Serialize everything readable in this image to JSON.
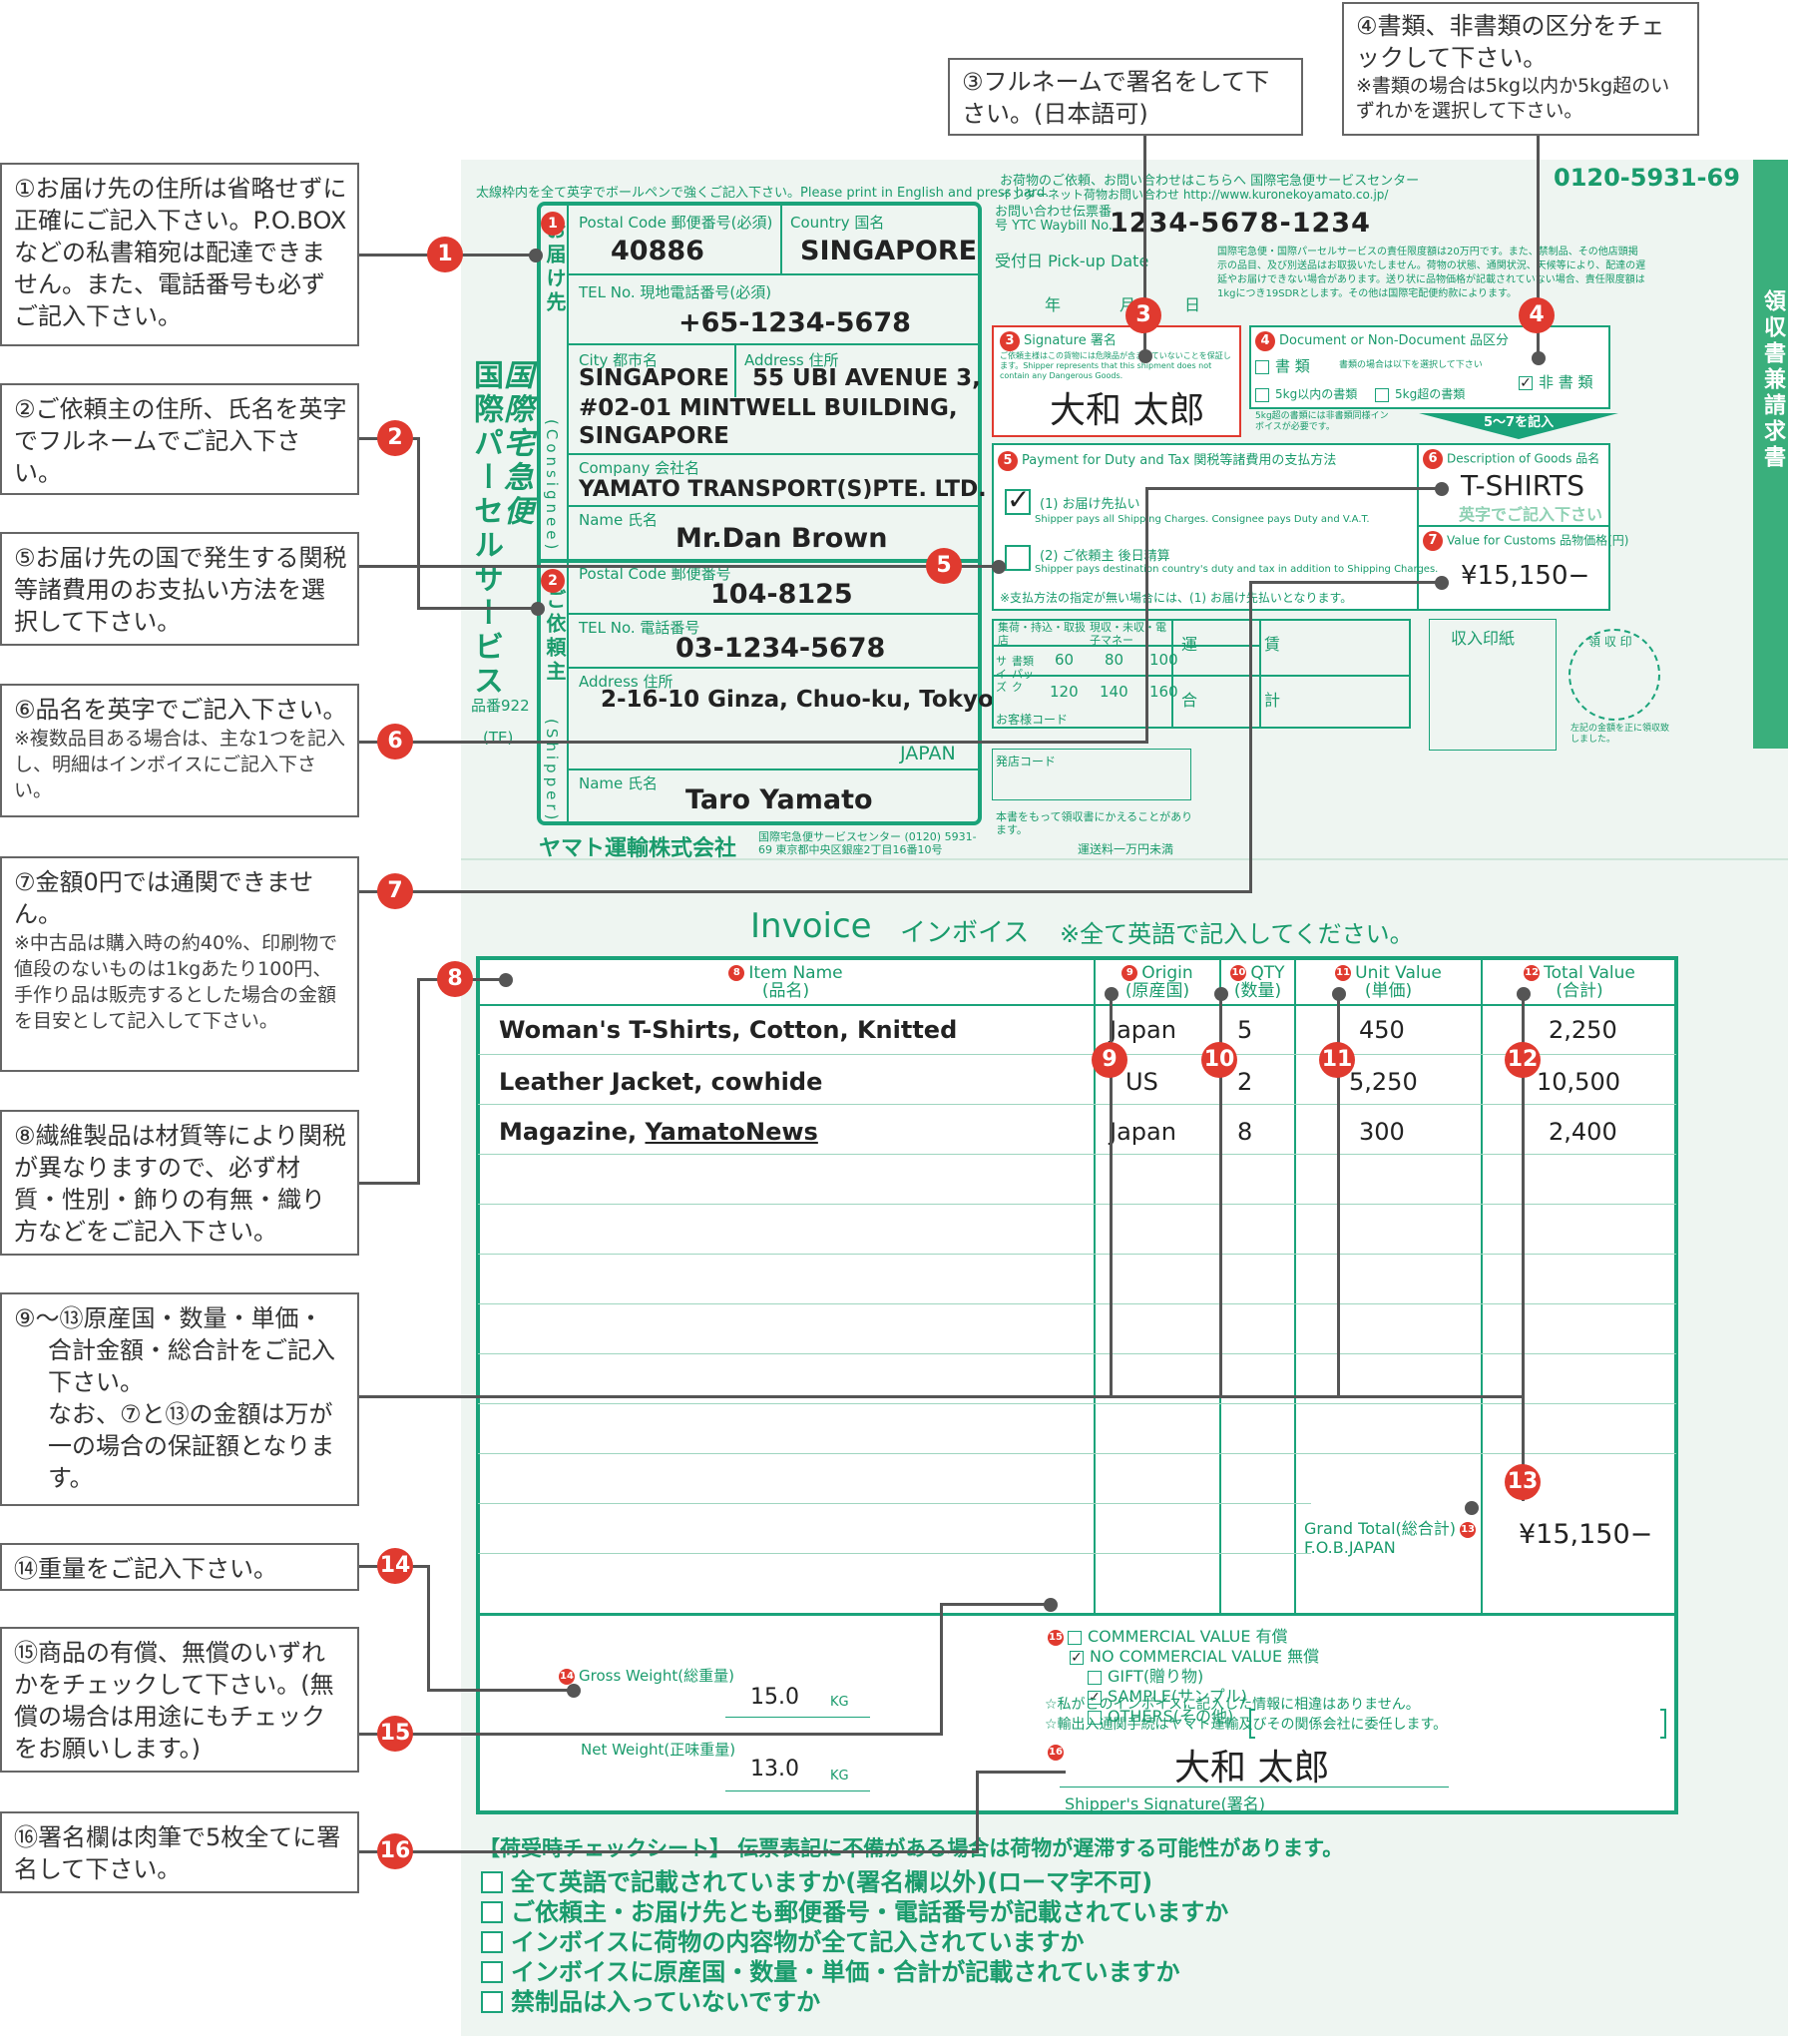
{
  "notes": {
    "n1": "①お届け先の住所は省略せずに正確にご記入下さい。P.O.BOXなどの私書箱宛は配達できません。また、電話番号も必ずご記入下さい。",
    "n2": "②ご依頼主の住所、氏名を英字でフルネームでご記入下さい。",
    "n5": "⑤お届け先の国で発生する関税等諸費用のお支払い方法を選択して下さい。",
    "n6": "⑥品名を英字でご記入下さい。",
    "n6_sub": "※複数品目ある場合は、主な1つを記入し、明細はインボイスにご記入下さい。",
    "n7": "⑦金額0円では通関できません。",
    "n7_sub": "※中古品は購入時の約40%、印刷物で値段のないものは1kgあたり100円、手作り品は販売するとした場合の金額を目安として記入して下さい。",
    "n8": "⑧繊維製品は材質等により関税が異なりますので、必ず材質・性別・飾りの有無・織り方などをご記入下さい。",
    "n9_13a": "⑨〜⑬原産国・数量・単価・",
    "n9_13b": "合計金額・総合計をご記入下さい。",
    "n9_13c": "なお、⑦と⑬の金額は万が一の場合の保証額となります。",
    "n14": "⑭重量をご記入下さい。",
    "n15": "⑮商品の有償、無償のいずれかをチェックして下さい。(無償の場合は用途にもチェックをお願いします。)",
    "n16": "⑯署名欄は肉筆で5枚全てに署名して下さい。",
    "n3": "③フルネームで署名をして下さい。(日本語可)",
    "n4": "④書類、非書類の区分をチェックして下さい。",
    "n4_sub": "※書類の場合は5kg以内か5kg超のいずれかを選択して下さい。"
  },
  "markers": [
    "1",
    "2",
    "3",
    "4",
    "5",
    "6",
    "7",
    "8",
    "9",
    "10",
    "11",
    "12",
    "13",
    "14",
    "15",
    "16"
  ],
  "form": {
    "top_instruction": "太線枠内を全て英字でボールペンで強くご記入下さい。Please print in English and press hard.",
    "inquiry": "お荷物のご依頼、お問い合わせはこちらへ 国際宅急便サービスセンター",
    "phone": "0120-5931-69",
    "inquiry2": "インターネット荷物お問い合わせ http://www.kuronekoyamato.co.jp/",
    "waybill_label": "お問い合わせ伝票番号 YTC Waybill No.",
    "waybill": "1234-5678-1234",
    "pickup_label": "受付日 Pick-up Date",
    "date_y": "年",
    "date_m": "月",
    "date_d": "日",
    "liability": "国際宅急便・国際パーセルサービスの責任限度額は20万円です。また、禁制品、その他店頭掲示の品目、及び別送品はお取扱いたしません。荷物の状態、通関状況、天候等により、配達の遅延やお届けできない場合があります。送り状に品物価格が記載されていない場合、責任限度額は1kgにつき19SDRとします。その他は国際宅配便約款によります。",
    "brand": "国際宅急便",
    "brand2": "国際パーセルサービス",
    "hinban": "品番922",
    "te": "(TE)",
    "consignee_v": "お届け先",
    "consignee_en": "(Consignee)",
    "shipper_v": "ご依頼主",
    "shipper_en": "(Shipper)",
    "postal_label": "Postal Code 郵便番号(必須)",
    "postal": "40886",
    "country_label": "Country 国名",
    "country": "SINGAPORE",
    "tel_label": "TEL No. 現地電話番号(必須)",
    "tel": "+65-1234-5678",
    "city_label": "City 都市名",
    "city": "SINGAPORE",
    "address_label": "Address 住所",
    "addr1": "55 UBI AVENUE 3,",
    "addr2": "#02-01 MINTWELL BUILDING,",
    "addr3": "SINGAPORE",
    "company_label": "Company 会社名",
    "company": "YAMATO TRANSPORT(S)PTE. LTD.",
    "name_label": "Name 氏名",
    "name": "Mr.Dan Brown",
    "s_postal_label": "Postal Code 郵便番号",
    "s_postal": "104-8125",
    "s_tel_label": "TEL No. 電話番号",
    "s_tel": "03-1234-5678",
    "s_address_label": "Address 住所",
    "s_address": "2-16-10 Ginza, Chuo-ku, Tokyo",
    "s_country": "JAPAN",
    "s_name_label": "Name 氏名",
    "s_name": "Taro Yamato",
    "company_footer": "ヤマト運輸株式会社",
    "company_footer2": "国際宅急便サービスセンター (0120) 5931-69 東京都中央区銀座2丁目16番10号",
    "sig_label": "Signature 署名",
    "sig_note": "ご依頼主様はこの貨物には危険品が含まれていないことを保証します。Shipper represents that this shipment does not contain any Dangerous Goods.",
    "signature": "大和 太郎",
    "doc_label": "Document or Non-Document 品区分",
    "doc": "書 類",
    "doc_note": "書類の場合は以下を選択して下さい",
    "nondoc": "非 書 類",
    "doc5": "5kg以内の書類",
    "doc5over": "5kg超の書類",
    "doc_note2": "5kg超の書類には非書類同様インボイスが必要です。",
    "arrow_label": "5〜7を記入",
    "pay_label": "Payment for Duty and Tax 関税等諸費用の支払方法",
    "pay1": "(1) お届け先払い",
    "pay1_en": "Shipper pays all Shipping Charges. Consignee pays Duty and V.A.T.",
    "pay2": "(2) ご依頼主 後日精算",
    "pay2_en": "Shipper pays destination country's duty and tax in addition to Shipping Charges.",
    "pay_note": "※支払方法の指定が無い場合には、(1) お届け先払いとなります。",
    "desc_label": "Description of Goods 品名",
    "desc": "T-SHIRTS",
    "desc_hint": "英字でご記入下さい",
    "value_label": "Value for Customs 品物価格(円)",
    "value": "¥15,150−",
    "stamp_label": "収入印紙",
    "receipt_circle": "領 収 印",
    "receipt_note": "左記の金額を正に領収致しました。",
    "grid_h1": "集荷・持込・取扱店",
    "grid_h2": "現収・未収・電子マネー",
    "grid_unkin": "運",
    "grid_chin": "賃",
    "grid_go": "合",
    "grid_kei": "計",
    "size_label": "サイズ",
    "pack_label": "書類パック",
    "sizes": [
      "60",
      "80",
      "100",
      "120",
      "140",
      "160"
    ],
    "customer_code": "お客様コード",
    "office_code": "発店コード",
    "receipt_text": "本書をもって領収書にかえることがあります。",
    "fare_note": "運送料一万円未満",
    "side": "領収書兼請求書"
  },
  "invoice": {
    "title": "Invoice",
    "title_jp": "インボイス",
    "title_note": "※全て英語で記入してください。",
    "headers": {
      "item": "Item Name",
      "item_jp": "(品名)",
      "origin": "Origin",
      "origin_jp": "(原産国)",
      "qty": "QTY",
      "qty_jp": "(数量)",
      "unit": "Unit Value",
      "unit_jp": "(単価)",
      "total": "Total Value",
      "total_jp": "(合計)"
    },
    "rows": [
      {
        "item": "Woman's T-Shirts, Cotton, Knitted",
        "origin": "Japan",
        "qty": "5",
        "unit": "450",
        "total": "2,250"
      },
      {
        "item": "Leather Jacket, cowhide",
        "origin": "US",
        "qty": "2",
        "unit": "5,250",
        "total": "10,500"
      },
      {
        "item_a": "Magazine, ",
        "item_b": "YamatoNews",
        "origin": "Japan",
        "qty": "8",
        "unit": "300",
        "total": "2,400"
      }
    ],
    "grand_label": "Grand Total(総合計)",
    "grand_label2": "F.O.B.JAPAN",
    "grand_total": "¥15,150−",
    "commercial": "COMMERCIAL VALUE 有償",
    "no_commercial": "NO COMMERCIAL VALUE 無償",
    "gift": "GIFT(贈り物)",
    "sample": "SAMPLE(サンプル)",
    "others": "OTHERS(その他)",
    "gross_label": "Gross Weight(総重量)",
    "gross": "15.0",
    "net_label": "Net Weight(正味重量)",
    "net": "13.0",
    "kg": "KG",
    "declare1": "☆私がこのインボイスに記入した情報に相違はありません。",
    "declare2": "☆輸出入通関手続はヤマト運輸及びその関係会社に委任します。",
    "signature": "大和 太郎",
    "sig_label": "Shipper's Signature(署名)"
  },
  "checksheet": {
    "title": "【荷受時チェックシート】 伝票表記に不備がある場合は荷物が遅滞する可能性があります。",
    "items": [
      "全て英語で記載されていますか(署名欄以外)(ローマ字不可)",
      "ご依頼主・お届け先とも郵便番号・電話番号が記載されていますか",
      "インボイスに荷物の内容物が全て記入されていますか",
      "インボイスに原産国・数量・単価・合計が記載されていますか",
      "禁制品は入っていないですか"
    ]
  }
}
